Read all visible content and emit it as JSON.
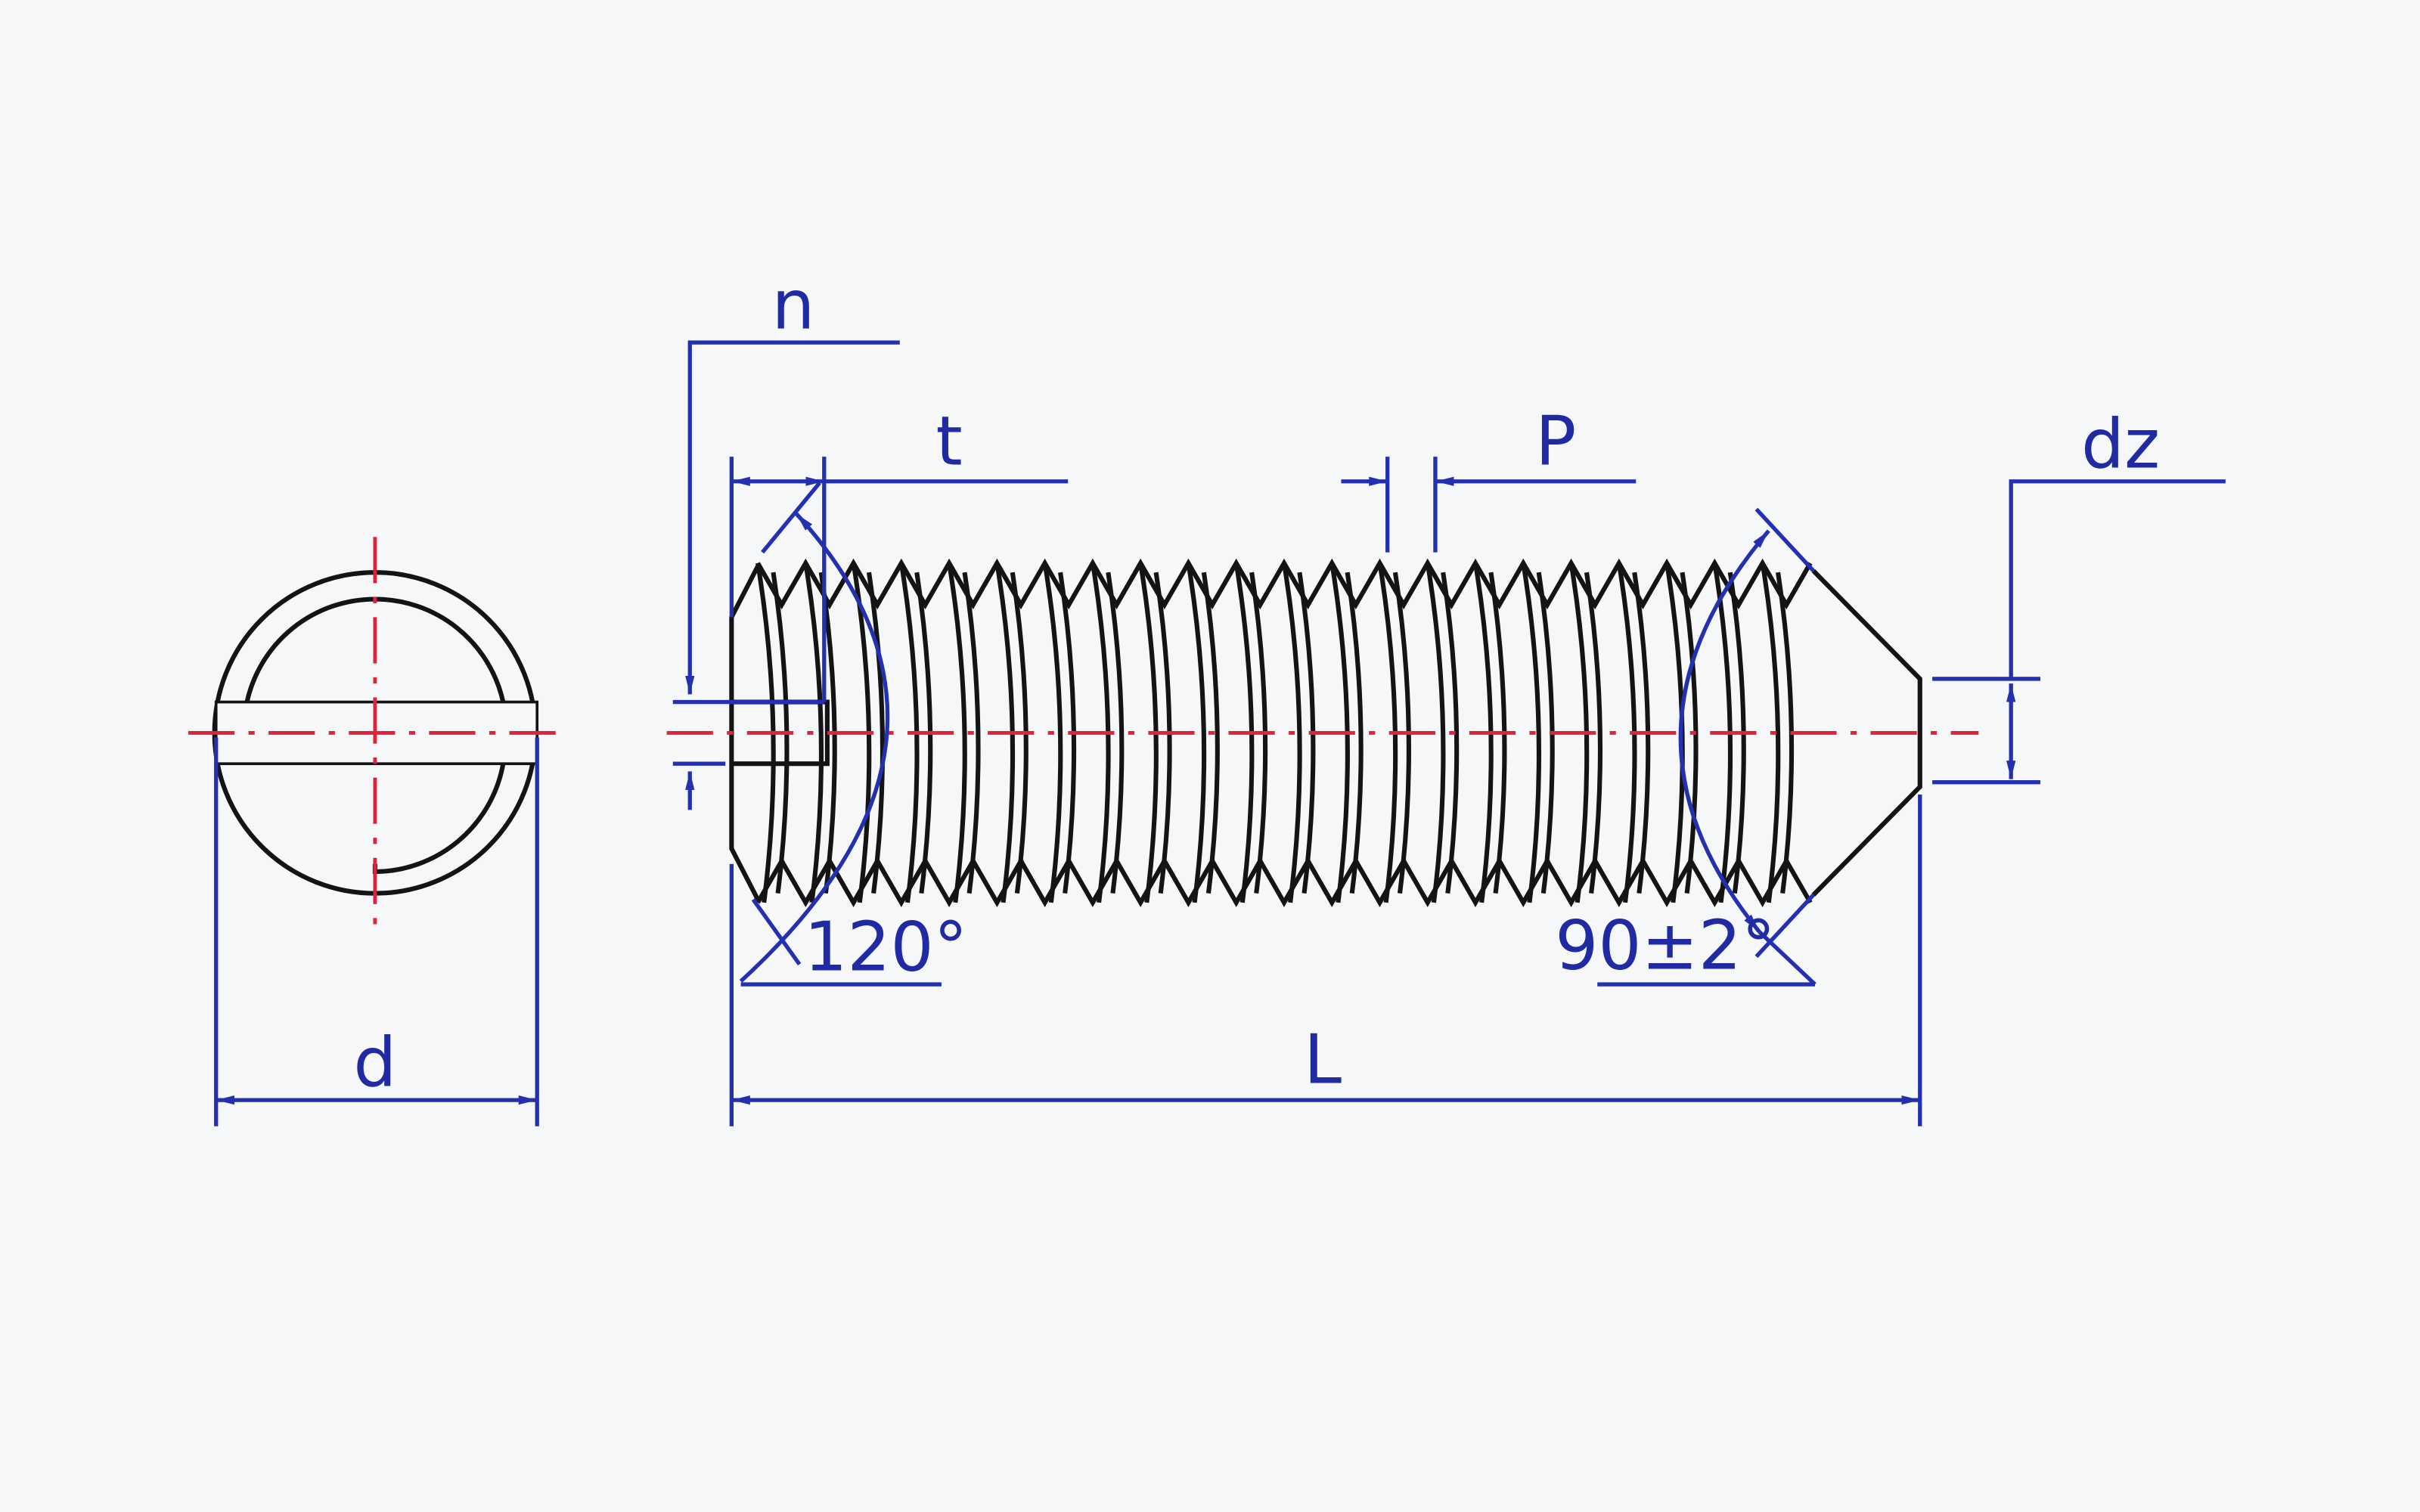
{
  "labels": {
    "n": "n",
    "t": "t",
    "P": "P",
    "dz": "dz",
    "d": "d",
    "L": "L",
    "angle_tip": "120°",
    "angle_point": "90±2°"
  },
  "colors": {
    "background": "#f6f7f8",
    "object_line": "#141414",
    "dimension_line": "#2330b0",
    "dimension_text": "#1f2aa3",
    "center_line": "#e0233d"
  }
}
